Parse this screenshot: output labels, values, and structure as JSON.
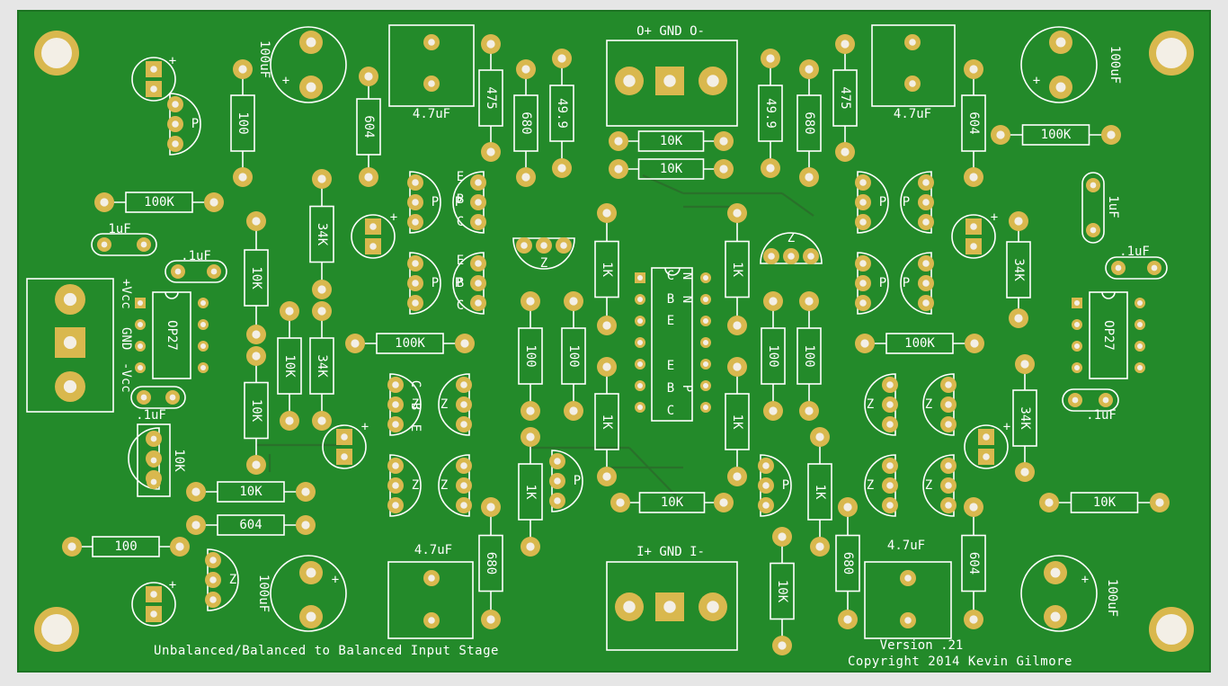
{
  "colors": {
    "board": "#238a2a",
    "silkscreen": "#ffffff",
    "pad": "#d9b84e",
    "background": "#e6e6e6"
  },
  "title": "Unbalanced/Balanced to Balanced Input Stage",
  "version": "Version .21",
  "copyright": "Copyright 2014 Kevin Gilmore",
  "output_connector": {
    "label": "O+ GND O-"
  },
  "input_connector": {
    "label": "I+ GND I-"
  },
  "supply_connector": {
    "labels": [
      "+Vcc",
      "GND",
      "-Vcc"
    ]
  },
  "ic_opamp": "OP27",
  "ic_array_letters": [
    "C",
    "B",
    "E",
    "E",
    "B",
    "C",
    "N",
    "N",
    "P"
  ],
  "transistor_pins": [
    "E",
    "B",
    "C",
    "E",
    "B",
    "C",
    "C",
    "B",
    "E"
  ],
  "component_labels": {
    "cap_100uF": "100uF",
    "cap_4_7uF": "4.7uF",
    "cap_1uF": "1uF",
    "cap_01uF": ".1uF",
    "r_100K": "100K",
    "r_10K": "10K",
    "r_34K": "34K",
    "r_1K": "1K",
    "r_100": "100",
    "r_604": "604",
    "r_680": "680",
    "r_475": "475",
    "r_49_9": "49.9",
    "t_p": "P",
    "t_n": "N",
    "t_z": "Z",
    "plus": "+"
  }
}
